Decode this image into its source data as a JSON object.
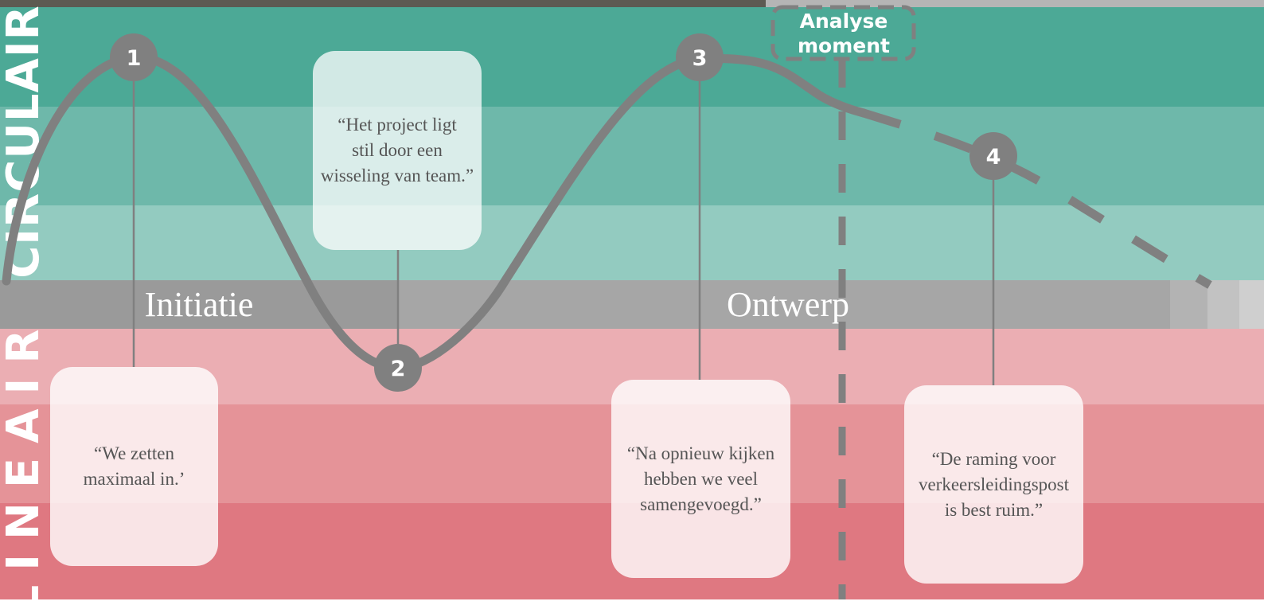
{
  "colors": {
    "circulair_band_1": "#4ca996",
    "circulair_band_2": "#6eb8aa",
    "circulair_band_3": "#93cbc0",
    "lineair_band_1": "#ebaeb3",
    "lineair_band_2": "#e59398",
    "lineair_band_3": "#df7881",
    "phase_bar_initiatie": "#9a9a9a",
    "phase_bar_ontwerp": "#a6a6a6",
    "curve": "#808080",
    "marker": "#808080"
  },
  "axis_labels": {
    "circulair": "CIRCULAIR",
    "lineair": "LINEAIR"
  },
  "phases": {
    "initiatie": "Initiatie",
    "ontwerp": "Ontwerp"
  },
  "analyse": {
    "line1": "Analyse",
    "line2": "moment"
  },
  "markers": [
    "1",
    "2",
    "3",
    "4"
  ],
  "quotes": {
    "q1": [
      "“We zetten",
      "maximaal in.’"
    ],
    "q2": [
      "“Het project ligt",
      "stil door een",
      "wisseling van team.”"
    ],
    "q3": [
      "“Na opnieuw kijken",
      "hebben we veel",
      "samengevoegd.”"
    ],
    "q4": [
      "“De raming voor",
      "verkeersleidingspost",
      "is best ruim.”"
    ]
  }
}
